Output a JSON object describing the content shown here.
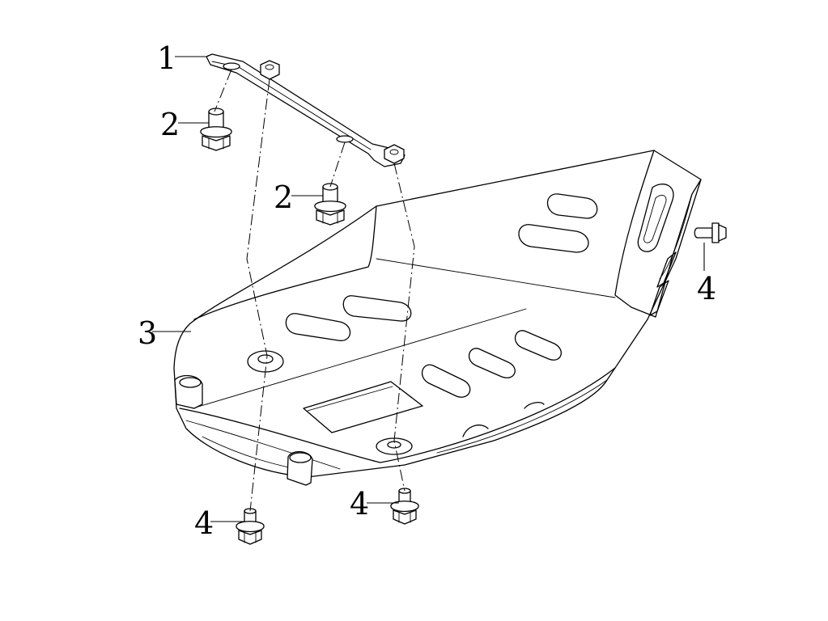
{
  "callouts": {
    "c1": "1",
    "c2a": "2",
    "c2b": "2",
    "c3": "3",
    "c4a": "4",
    "c4b": "4",
    "c4c": "4"
  },
  "colors": {
    "line": "#000000",
    "background": "#ffffff"
  }
}
